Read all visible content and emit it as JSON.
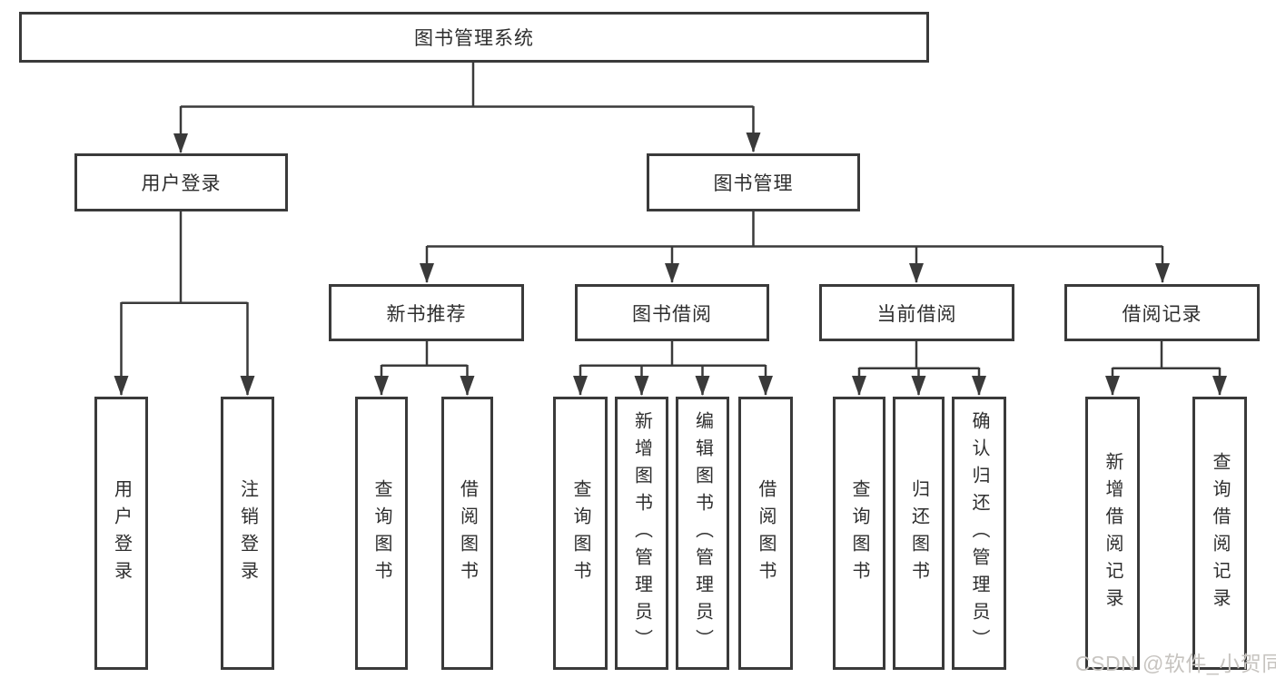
{
  "nodes": {
    "root": {
      "label": "图书管理系统"
    },
    "level2": [
      {
        "label": "用户登录",
        "children": [
          {
            "label": "用户登录"
          },
          {
            "label": "注销登录"
          }
        ]
      },
      {
        "label": "图书管理"
      }
    ],
    "level3": [
      {
        "label": "新书推荐",
        "children": [
          {
            "label": "查询图书"
          },
          {
            "label": "借阅图书"
          }
        ]
      },
      {
        "label": "图书借阅",
        "children": [
          {
            "label": "查询图书"
          },
          {
            "label": "新增图书（管理员）"
          },
          {
            "label": "编辑图书（管理员）"
          },
          {
            "label": "借阅图书"
          }
        ]
      },
      {
        "label": "当前借阅",
        "children": [
          {
            "label": "查询图书"
          },
          {
            "label": "归还图书"
          },
          {
            "label": "确认归还（管理员）"
          }
        ]
      },
      {
        "label": "借阅记录",
        "children": [
          {
            "label": "新增借阅记录"
          },
          {
            "label": "查询借阅记录"
          }
        ]
      }
    ]
  },
  "watermark": {
    "text": "CSDN @软件_小贺同学"
  },
  "colors": {
    "line": "#3a3a3a",
    "text": "#2e2e2e",
    "background": "#ffffff",
    "watermark": "#c7c4c0"
  }
}
